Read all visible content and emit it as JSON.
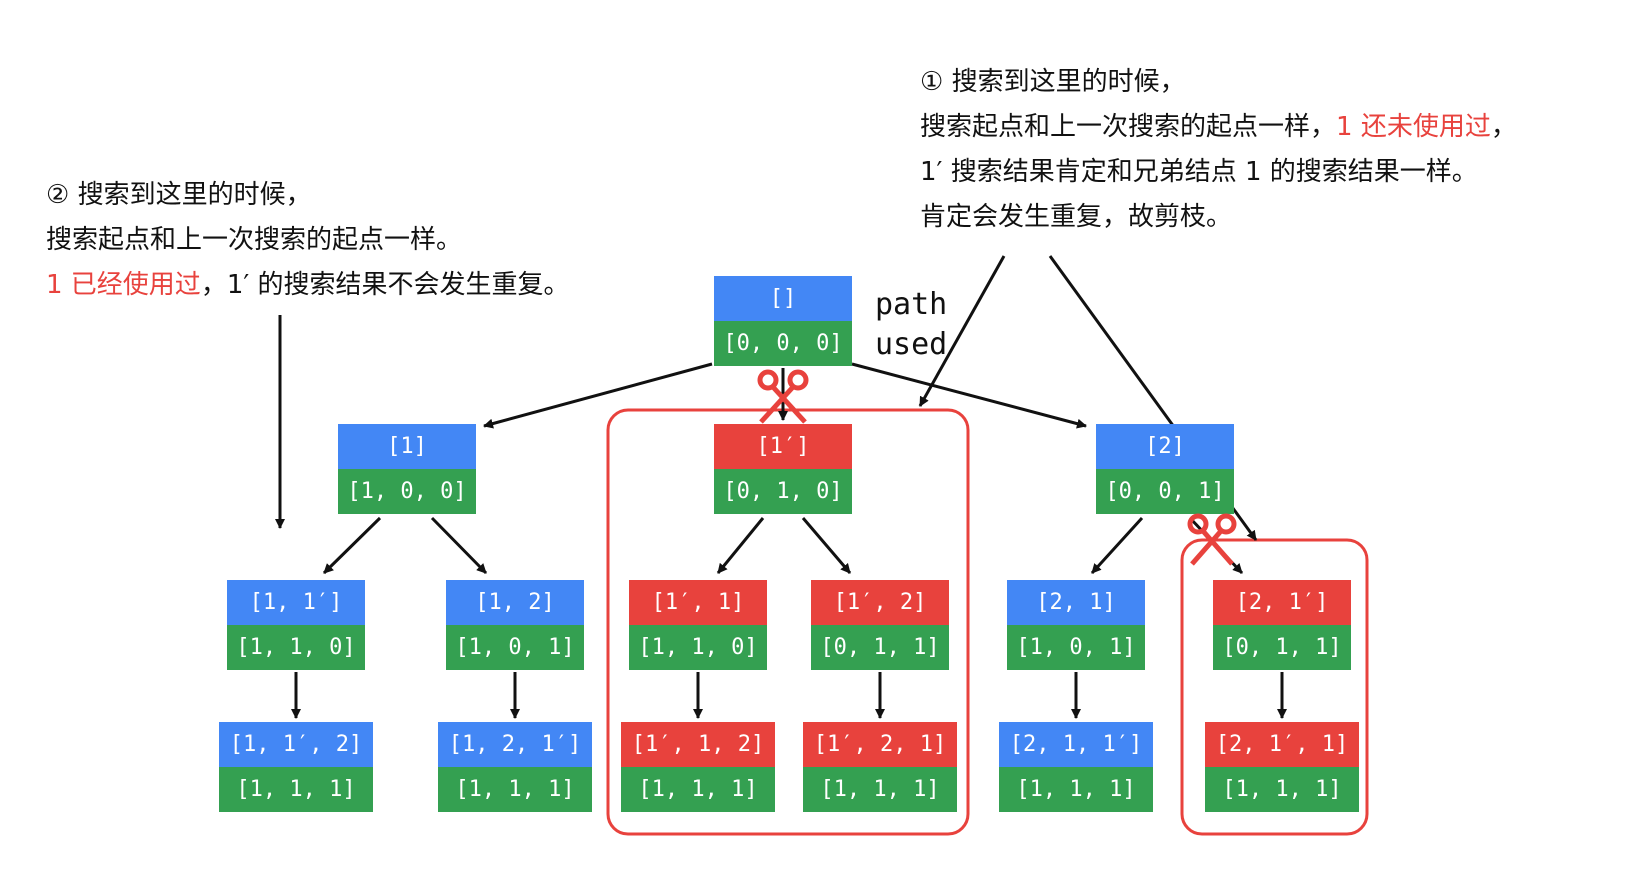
{
  "colors": {
    "path_normal": "#4387f5",
    "path_pruned": "#e8423d",
    "used": "#34a051",
    "prune_box": "#e8423d",
    "scissors": "#e8423d",
    "arrow": "#111111"
  },
  "legend": {
    "path": "path",
    "used": "used"
  },
  "annotation_left": {
    "line1": "② 搜索到这里的时候，",
    "line2": "搜索起点和上一次搜索的起点一样。",
    "line3_red": "1 已经使用过",
    "line3_rest": "，1′ 的搜索结果不会发生重复。"
  },
  "annotation_right": {
    "line1": "① 搜索到这里的时候，",
    "line2_a": "搜索起点和上一次搜索的起点一样，",
    "line2_red": "1 还未使用过",
    "line2_b": "，",
    "line3": "1′ 搜索结果肯定和兄弟结点 1 的搜索结果一样。",
    "line4": "肯定会发生重复，故剪枝。"
  },
  "nodes": {
    "root": {
      "path": "[]",
      "used": "[0, 0, 0]",
      "pruned": false
    },
    "n1": {
      "path": "[1]",
      "used": "[1, 0, 0]",
      "pruned": false
    },
    "n1p": {
      "path": "[1′]",
      "used": "[0, 1, 0]",
      "pruned": true
    },
    "n2": {
      "path": "[2]",
      "used": "[0, 0, 1]",
      "pruned": false
    },
    "n11p": {
      "path": "[1, 1′]",
      "used": "[1, 1, 0]",
      "pruned": false
    },
    "n12": {
      "path": "[1, 2]",
      "used": "[1, 0, 1]",
      "pruned": false
    },
    "n1p1": {
      "path": "[1′, 1]",
      "used": "[1, 1, 0]",
      "pruned": true
    },
    "n1p2": {
      "path": "[1′, 2]",
      "used": "[0, 1, 1]",
      "pruned": true
    },
    "n21": {
      "path": "[2, 1]",
      "used": "[1, 0, 1]",
      "pruned": false
    },
    "n21p": {
      "path": "[2, 1′]",
      "used": "[0, 1, 1]",
      "pruned": true
    },
    "n11p2": {
      "path": "[1, 1′, 2]",
      "used": "[1, 1, 1]",
      "pruned": false
    },
    "n121p": {
      "path": "[1, 2, 1′]",
      "used": "[1, 1, 1]",
      "pruned": false
    },
    "n1p12": {
      "path": "[1′, 1, 2]",
      "used": "[1, 1, 1]",
      "pruned": true
    },
    "n1p21": {
      "path": "[1′, 2, 1]",
      "used": "[1, 1, 1]",
      "pruned": true
    },
    "n211p": {
      "path": "[2, 1, 1′]",
      "used": "[1, 1, 1]",
      "pruned": false
    },
    "n21p1": {
      "path": "[2, 1′, 1]",
      "used": "[1, 1, 1]",
      "pruned": true
    }
  }
}
